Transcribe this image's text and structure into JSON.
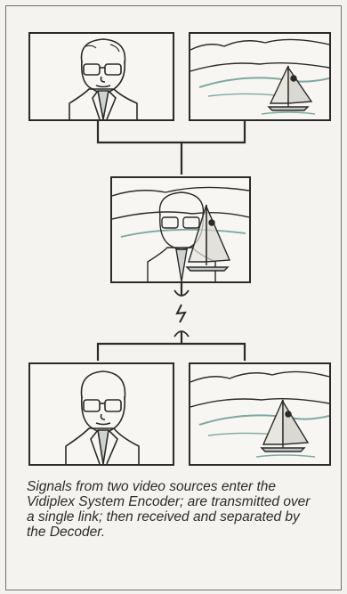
{
  "figure": {
    "caption": "Signals from two video sources enter the Vidiplex System Encoder; are transmitted over a single link; then received and separated by the Decoder."
  },
  "colors": {
    "ink": "#2a2a2a",
    "water": "#7fa8a2",
    "paper": "#f7f6f2"
  },
  "icons": {
    "source_1": "man-portrait",
    "source_2": "sailboat-landscape",
    "encoder": "combined-portrait-sailboat",
    "link": "lightning-link",
    "output_1": "man-portrait",
    "output_2": "sailboat-landscape"
  }
}
